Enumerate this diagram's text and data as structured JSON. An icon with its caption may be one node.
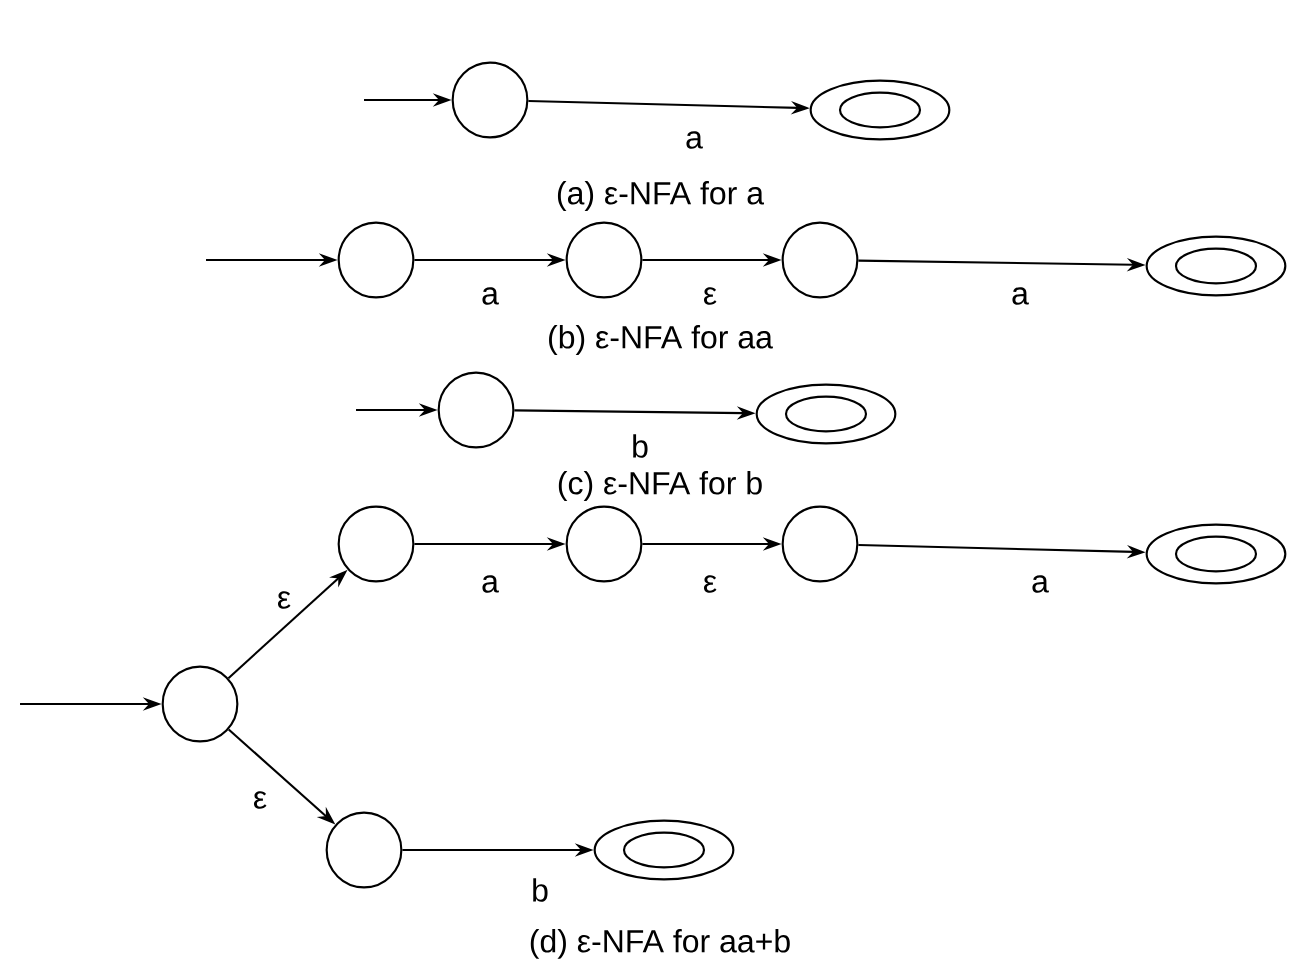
{
  "diagram": {
    "nodes": [
      {
        "text": [],
        "shape": "circle"
      },
      {
        "text": [],
        "shape": "ellipse"
      },
      {
        "text": [],
        "shape": "circle"
      },
      {
        "text": [],
        "shape": "circle"
      },
      {
        "text": [],
        "shape": "circle"
      },
      {
        "text": [],
        "shape": "ellipse"
      },
      {
        "text": [],
        "shape": "circle"
      },
      {
        "text": [],
        "shape": "ellipse"
      },
      {
        "text": [],
        "shape": "circle"
      },
      {
        "text": [],
        "shape": "circle"
      },
      {
        "text": [],
        "shape": "circle"
      },
      {
        "text": [],
        "shape": "circle"
      },
      {
        "text": [],
        "shape": "ellipse"
      },
      {
        "text": [],
        "shape": "circle"
      },
      {
        "text": [],
        "shape": "ellipse"
      }
    ],
    "edges": [
      {
        "from": null,
        "to": 0,
        "arrow": "to"
      },
      {
        "from": 0,
        "to": 1,
        "arrow": "to",
        "label": "a"
      },
      {
        "from": null,
        "to": 2,
        "arrow": "to"
      },
      {
        "from": 2,
        "to": 3,
        "arrow": "to",
        "label": "a"
      },
      {
        "from": 3,
        "to": 4,
        "arrow": "to",
        "label": "ε"
      },
      {
        "from": 4,
        "to": 5,
        "arrow": "to",
        "label": "a"
      },
      {
        "from": null,
        "to": 6,
        "arrow": "to"
      },
      {
        "from": 6,
        "to": 7,
        "arrow": "to",
        "label": "b"
      },
      {
        "from": null,
        "to": 8,
        "arrow": "to"
      },
      {
        "from": 8,
        "to": 9,
        "arrow": "to",
        "label": "ε"
      },
      {
        "from": 9,
        "to": 10,
        "arrow": "to",
        "label": "a"
      },
      {
        "from": 10,
        "to": 11,
        "arrow": "to",
        "label": "ε"
      },
      {
        "from": 11,
        "to": 12,
        "arrow": "to",
        "label": "a"
      },
      {
        "from": 8,
        "to": 13,
        "arrow": "to",
        "label": "ε"
      },
      {
        "from": 13,
        "to": 14,
        "arrow": "to",
        "label": "b"
      }
    ],
    "labels": [
      "(a) ε-NFA for a",
      "(b) ε-NFA for aa",
      "(c) ε-NFA for b",
      "(d) ε-NFA for aa+b"
    ]
  }
}
